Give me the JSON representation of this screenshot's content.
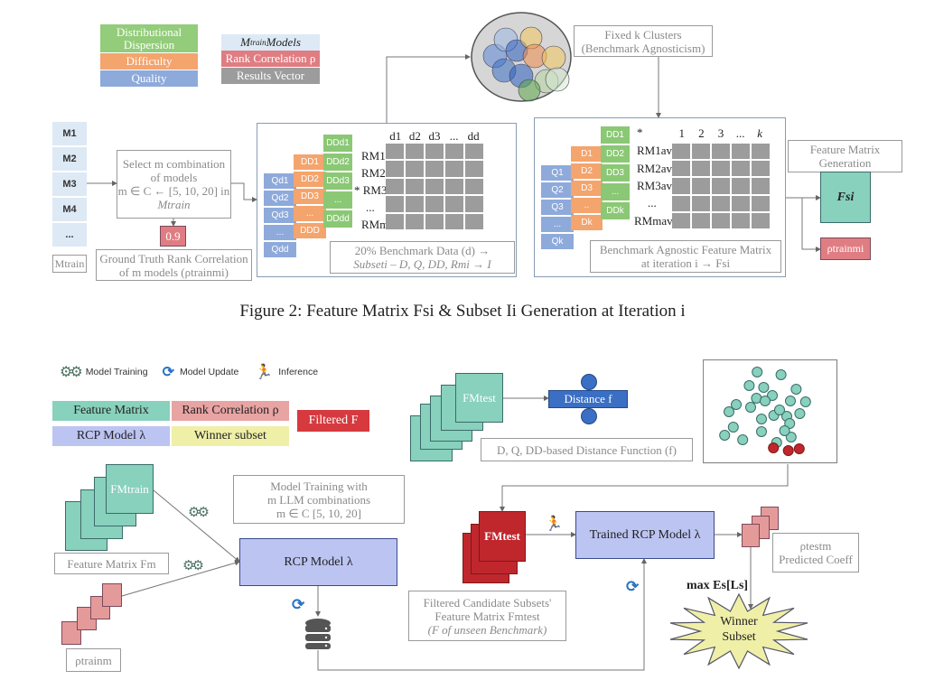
{
  "figure2": {
    "legend_left": [
      "Distributional Dispersion",
      "Difficulty",
      "Quality"
    ],
    "legend_right_models_main": "M",
    "legend_right_models_sub": "train",
    "legend_right_models_suffix": " Models",
    "legend_right": [
      "Rank Correlation ρ",
      "Results Vector"
    ],
    "models": [
      "M1",
      "M2",
      "M3",
      "M4",
      "..."
    ],
    "models_label": "Mtrain",
    "select_box": [
      "Select m combination",
      "of models",
      "m ∈ C ← [5, 10, 20] in",
      "Mtrain"
    ],
    "gt_value": "0.9",
    "gt_label": [
      "Ground Truth Rank Correlation",
      "of m models (ρtrainmi)"
    ],
    "subset_panel": {
      "q_cells": [
        "Qd1",
        "Qd2",
        "Qd3",
        "...",
        "Qdd"
      ],
      "d_cells": [
        "DD1",
        "DD2",
        "DD3",
        "...",
        "DDD"
      ],
      "dd_cells": [
        "DDd1",
        "DDd2",
        "DDd3",
        "...",
        "DDdd"
      ],
      "columns": [
        "d1",
        "d2",
        "d3",
        "...",
        "dd"
      ],
      "rows": [
        "RM1",
        "RM2",
        "* RM3",
        "...",
        "RMm"
      ],
      "caption": [
        "20% Benchmark Data (d) →",
        "Subseti – D, Q, DD, Rmi → I"
      ]
    },
    "clusters_label": [
      "Fixed k Clusters",
      "(Benchmark Agnosticism)"
    ],
    "agnostic_panel": {
      "q_cells": [
        "Q1",
        "Q2",
        "Q3",
        "...",
        "Qk"
      ],
      "d_cells": [
        "D1",
        "D2",
        "D3",
        "..",
        "Dk"
      ],
      "dd_cells": [
        "DD1",
        "DD2",
        "DD3",
        "...",
        "DDk"
      ],
      "star": "*",
      "columns": [
        "1",
        "2",
        "3",
        "...",
        "k"
      ],
      "rows": [
        "RM1avg",
        "RM2avg",
        "RM3avg",
        "...",
        "RMmavg"
      ],
      "caption": [
        "Benchmark Agnostic Feature Matrix",
        "at iteration i → Fsi"
      ]
    },
    "feature_gen_label": [
      "Feature Matrix",
      "Generation"
    ],
    "fs_label": "Fsi",
    "ptrain_label": "ρtrainmi",
    "caption": "Figure 2: Feature Matrix Fsi & Subset Ii Generation at Iteration i"
  },
  "figure3": {
    "icon_legend": [
      {
        "icon": "gears-icon",
        "label": "Model Training"
      },
      {
        "icon": "refresh-icon",
        "label": "Model Update"
      },
      {
        "icon": "runner-icon",
        "label": "Inference"
      }
    ],
    "color_legend": [
      "Feature Matrix",
      "Rank Correlation ρ",
      "RCP Model λ",
      "Winner subset",
      "Filtered F"
    ],
    "f_mtrain": "FMtrain",
    "feature_matrix_label": "Feature Matrix Fm",
    "training_box": [
      "Model Training with",
      "m LLM combinations",
      "m ∈ C [5, 10, 20]"
    ],
    "rcp_model": "RCP Model λ",
    "ptrain_label": "ρtrainm",
    "f_mtest": "FMtest",
    "distance": "Distance f",
    "distance_fn": "D, Q, DD-based Distance Function (f)",
    "filtered_f_mtest": "FMtest",
    "filtered_label": [
      "Filtered Candidate Subsets'",
      "Feature Matrix Fmtest",
      "(F of unseen Benchmark)"
    ],
    "trained_rcp": "Trained RCP Model λ",
    "ptest_label": [
      "ρtestm",
      "Predicted Coeff"
    ],
    "max_label": "max Es[Ls]",
    "winner": [
      "Winner",
      "Subset"
    ],
    "colors": {
      "teal": "#88d1bc",
      "pink": "#e59a9a",
      "lavender": "#bcc4f2",
      "yellow": "#efefa8",
      "red": "#c0272d",
      "blue": "#3a6fc4"
    }
  }
}
